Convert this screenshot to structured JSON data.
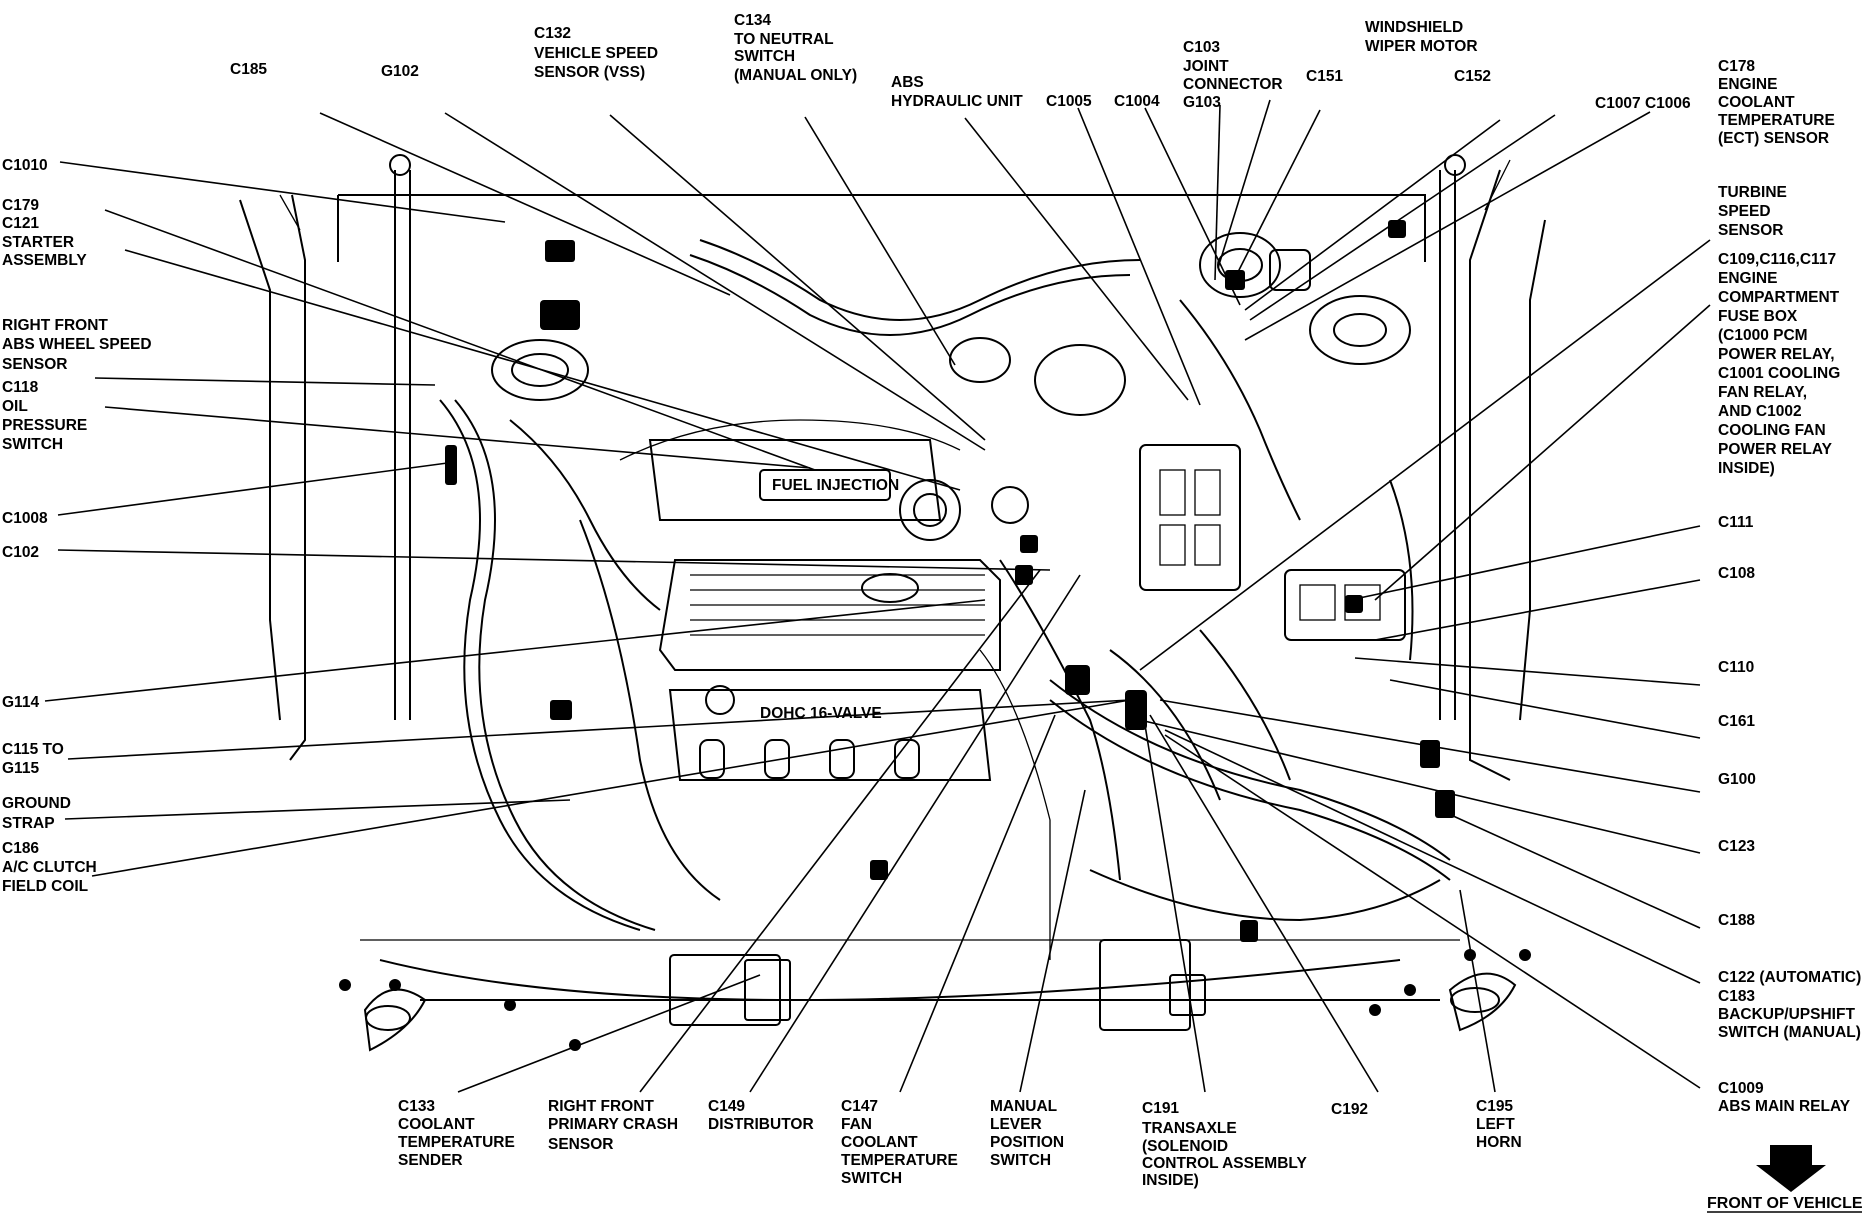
{
  "labels": {
    "c185": "C185",
    "g102": "G102",
    "c132": [
      "C132",
      "VEHICLE SPEED",
      "SENSOR (VSS)"
    ],
    "c134": [
      "C134",
      "TO NEUTRAL",
      "SWITCH",
      "(MANUAL ONLY)"
    ],
    "abs_hydraulic": [
      "ABS",
      "HYDRAULIC UNIT"
    ],
    "c1005": "C1005",
    "c1004": "C1004",
    "c103": [
      "C103",
      "JOINT",
      "CONNECTOR",
      "G103"
    ],
    "c151": "C151",
    "wiper": [
      "WINDSHIELD",
      "WIPER MOTOR"
    ],
    "c152": "C152",
    "c1007_c1006": "C1007 C1006",
    "c178": [
      "C178",
      "ENGINE",
      "COOLANT",
      "TEMPERATURE",
      "(ECT) SENSOR"
    ],
    "c1010": "C1010",
    "c179": [
      "C179",
      "C121",
      "STARTER",
      "ASSEMBLY"
    ],
    "abs_wheel": [
      "RIGHT FRONT",
      "ABS WHEEL SPEED",
      "SENSOR"
    ],
    "c118": [
      "C118",
      "OIL",
      "PRESSURE",
      "SWITCH"
    ],
    "c1008": "C1008",
    "c102": "C102",
    "g114": "G114",
    "c115": [
      "C115 TO",
      "G115"
    ],
    "ground_strap": [
      "GROUND",
      "STRAP"
    ],
    "c186": [
      "C186",
      "A/C CLUTCH",
      "FIELD COIL"
    ],
    "turbine": [
      "TURBINE",
      "SPEED",
      "SENSOR"
    ],
    "fuse_box": [
      "C109,C116,C117",
      "ENGINE",
      "COMPARTMENT",
      "FUSE BOX",
      "(C1000 PCM",
      "POWER RELAY,",
      "C1001 COOLING",
      "FAN RELAY,",
      "AND C1002",
      "COOLING FAN",
      "POWER RELAY",
      "INSIDE)"
    ],
    "c111": "C111",
    "c108": "C108",
    "c110": "C110",
    "c161": "C161",
    "g100": "G100",
    "c123": "C123",
    "c188": "C188",
    "c122": [
      "C122 (AUTOMATIC)",
      "C183",
      "BACKUP/UPSHIFT",
      "SWITCH (MANUAL)"
    ],
    "c1009": [
      "C1009",
      "ABS MAIN RELAY"
    ],
    "c133": [
      "C133",
      "COOLANT",
      "TEMPERATURE",
      "SENDER"
    ],
    "crash_sensor": [
      "RIGHT FRONT",
      "PRIMARY CRASH",
      "SENSOR"
    ],
    "c149": [
      "C149",
      "DISTRIBUTOR"
    ],
    "c147": [
      "C147",
      "FAN",
      "COOLANT",
      "TEMPERATURE",
      "SWITCH"
    ],
    "mlps": [
      "MANUAL",
      "LEVER",
      "POSITION",
      "SWITCH"
    ],
    "c191": [
      "C191",
      "TRANSAXLE",
      "(SOLENOID",
      "CONTROL ASSEMBLY",
      "INSIDE)"
    ],
    "c192": "C192",
    "c195": [
      "C195",
      "LEFT",
      "HORN"
    ],
    "front": "FRONT OF VEHICLE"
  },
  "engine_text": {
    "fuel_injection": "FUEL INJECTION",
    "valve_cover": "DOHC 16-VALVE"
  }
}
